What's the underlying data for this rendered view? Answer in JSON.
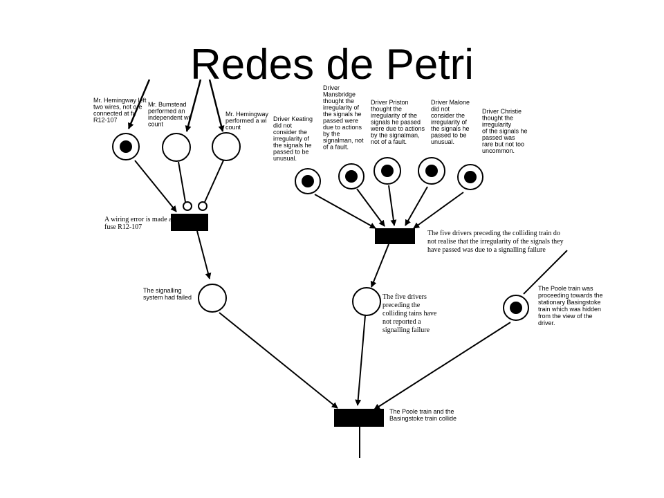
{
  "slide": {
    "title": "Redes de Petri"
  },
  "places": {
    "hemingway_left": {
      "text": [
        "Mr. Hemingway left",
        "two wires, not ore",
        "connected at fu",
        "R12-107"
      ]
    },
    "bumstead": {
      "text": [
        "Mr. Bumstead",
        "performed an",
        "independent wi",
        "count"
      ]
    },
    "hemingway_count": {
      "text": [
        "Mr. Hemingway",
        "performed a wi",
        "count"
      ]
    },
    "keating": {
      "text": [
        "Driver Keating",
        "did not",
        "consider the",
        "irregularity of",
        "the signals he",
        "passed to be",
        "unusual."
      ]
    },
    "mansbridge": {
      "text": [
        "Driver",
        "Mansbridge",
        "thought the",
        "irregularity of",
        "the signals he",
        "passed were",
        "due to actions",
        "by the",
        "signalman, not",
        "of a fault."
      ]
    },
    "priston": {
      "text": [
        "Driver Priston",
        "thought the",
        "irregularity of the",
        "signals he passed",
        "were due to actions",
        "by the signalman,",
        "not of a fault."
      ]
    },
    "malone": {
      "text": [
        "Driver Malone",
        "did not",
        "consider the",
        "irregularity of",
        "the signals he",
        "passed to be",
        "unusual."
      ]
    },
    "christie": {
      "text": [
        "Driver Christie",
        "thought the",
        "irregularity",
        "of the signals he",
        "passed was",
        "rare but not too",
        "uncommon."
      ]
    },
    "signalling_failed": {
      "text": [
        "The signalling",
        "system had failed"
      ]
    },
    "drivers_not_reported": {
      "text": [
        "The five drivers",
        "preceding the",
        "colliding tains have",
        "not reported a",
        "signalling failure"
      ]
    },
    "poole_proceeding": {
      "text": [
        "The Poole train was",
        "proceeding  towards the",
        "stationary Basingstoke",
        "train which was hidden",
        "from the view of the",
        "driver."
      ]
    }
  },
  "transitions": {
    "wiring_error": {
      "text": [
        "A wiring error is made a",
        "fuse R12-107"
      ]
    },
    "drivers_not_realise": {
      "text": [
        "The five drivers preceding the colliding train do",
        "not realise that the irregularity of the signals they",
        "have passed was due to a signalling failure"
      ]
    },
    "collision": {
      "text": [
        "The Poole train and the",
        "Basingstoke train collide"
      ]
    }
  }
}
